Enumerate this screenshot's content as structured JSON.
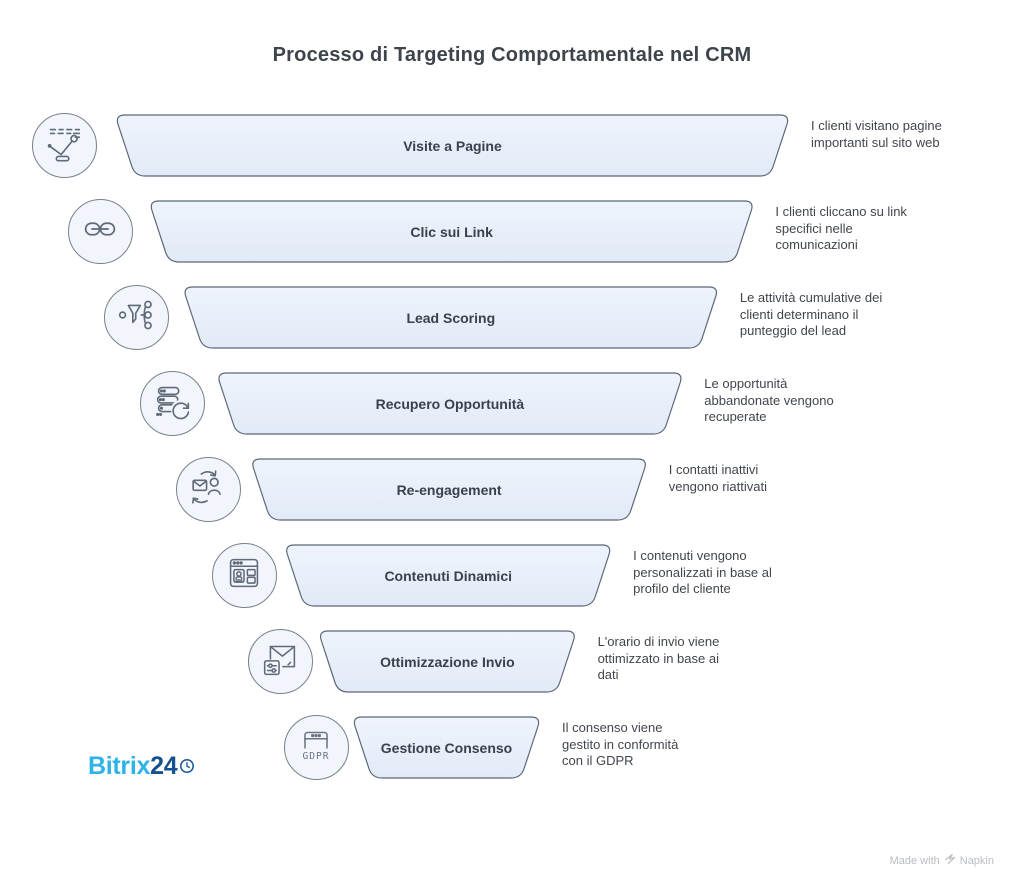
{
  "title": "Processo di Targeting Comportamentale nel CRM",
  "stages": [
    {
      "label": "Visite a Pagine",
      "icon": "page-visits-icon",
      "description_lines": [
        "I clienti visitano pagine",
        "importanti sul sito web"
      ]
    },
    {
      "label": "Clic sui Link",
      "icon": "link-clicks-icon",
      "description_lines": [
        "I clienti cliccano su link",
        "specifici nelle",
        "comunicazioni"
      ]
    },
    {
      "label": "Lead Scoring",
      "icon": "lead-scoring-icon",
      "description_lines": [
        "Le attività cumulative dei",
        "clienti determinano il",
        "punteggio del lead"
      ]
    },
    {
      "label": "Recupero Opportunità",
      "icon": "opportunity-recovery-icon",
      "description_lines": [
        "Le opportunità",
        "abbandonate vengono",
        "recuperate"
      ]
    },
    {
      "label": "Re-engagement",
      "icon": "re-engagement-icon",
      "description_lines": [
        "I contatti inattivi",
        "vengono riattivati"
      ]
    },
    {
      "label": "Contenuti Dinamici",
      "icon": "dynamic-content-icon",
      "description_lines": [
        "I contenuti vengono",
        "personalizzati in base al",
        "profilo del cliente"
      ]
    },
    {
      "label": "Ottimizzazione Invio",
      "icon": "send-optimization-icon",
      "description_lines": [
        "L'orario di invio viene",
        "ottimizzato in base ai",
        "dati"
      ]
    },
    {
      "label": "Gestione Consenso",
      "icon": "consent-management-icon",
      "description_lines": [
        "Il consenso viene",
        "gestito in conformità",
        "con il GDPR"
      ]
    }
  ],
  "branding": {
    "logo_part_1": "Bitrix",
    "logo_part_2": "24",
    "logo_icon": "clock-icon"
  },
  "footer": {
    "made_with": "Made with",
    "brand": "Napkin",
    "icon": "napkin-logo-icon"
  },
  "colors": {
    "shape_fill_top": "#eff4fb",
    "shape_fill_bottom": "#e2eaf8",
    "shape_border": "#5b6777",
    "icon_stroke": "#5f6a79",
    "title_text": "#3e444c",
    "label_text": "#3a414b",
    "description_text": "#40464e",
    "logo_light_blue": "#2eb3e9",
    "logo_dark_blue": "#15508f",
    "footer_gray": "#b8bcc2"
  }
}
